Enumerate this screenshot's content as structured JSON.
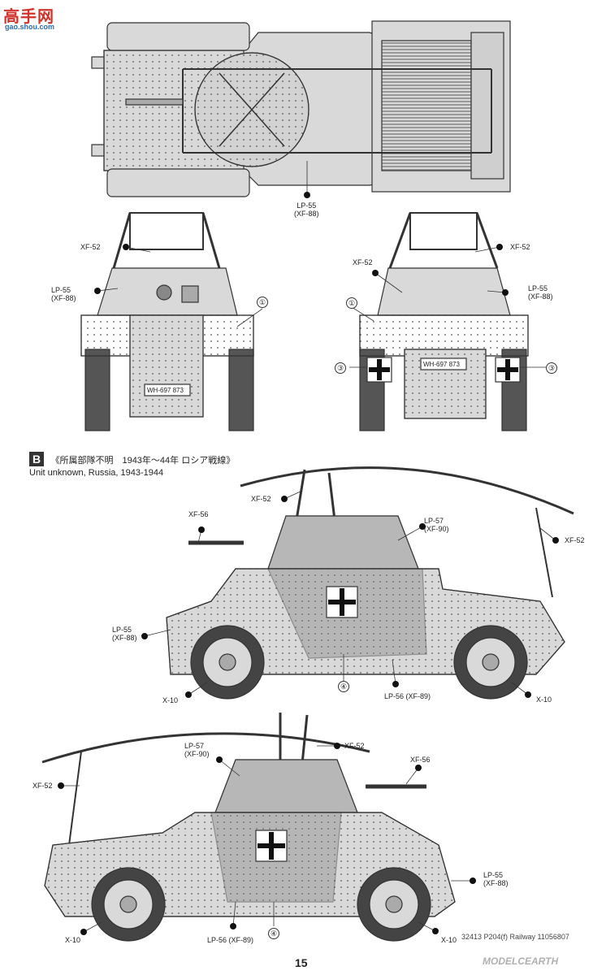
{
  "watermark": {
    "site_cn": "高手网",
    "site_url": "gao.shou.com",
    "bottom_mark": "MODELCEARTH"
  },
  "section_b": {
    "badge": "B",
    "title_jp": "《所属部隊不明　1943年〜44年 ロシア戦線》",
    "title_en": "Unit unknown, Russia, 1943-1944"
  },
  "callouts": {
    "top_lp55": "LP-55",
    "top_lp55_sub": "(XF-88)",
    "front_xf52": "XF-52",
    "front_lp55": "LP-55",
    "front_lp55_sub": "(XF-88)",
    "front_marker": "①",
    "rear_xf52_right": "XF-52",
    "rear_xf52_left": "XF-52",
    "rear_lp55": "LP-55",
    "rear_lp55_sub": "(XF-88)",
    "rear_marker1": "①",
    "rear_marker3_left": "③",
    "rear_marker3_right": "③",
    "s1_xf52_top": "XF-52",
    "s1_xf56": "XF-56",
    "s1_lp57": "LP-57",
    "s1_lp57_sub": "(XF-90)",
    "s1_xf52_right": "XF-52",
    "s1_lp55": "LP-55",
    "s1_lp55_sub": "(XF-88)",
    "s1_x10_left": "X-10",
    "s1_marker4": "④",
    "s1_lp56": "LP-56 (XF-89)",
    "s1_x10_right": "X-10",
    "s2_lp57": "LP-57",
    "s2_lp57_sub": "(XF-90)",
    "s2_xf52_top": "XF-52",
    "s2_xf56": "XF-56",
    "s2_xf52_left": "XF-52",
    "s2_lp55": "LP-55",
    "s2_lp55_sub": "(XF-88)",
    "s2_x10_left": "X-10",
    "s2_lp56": "LP-56 (XF-89)",
    "s2_marker4": "④",
    "s2_x10_right": "X-10"
  },
  "plates": {
    "front": "WH-697 873",
    "rear": "WH-697 873"
  },
  "footer": {
    "page_number": "15",
    "code": "32413 P204(f) Railway 11056807"
  },
  "colors": {
    "paint_grey": "#d9d9d9",
    "camo_dark": "#8a8a8a",
    "outline": "#333333",
    "accent_red": "#d0332b"
  }
}
